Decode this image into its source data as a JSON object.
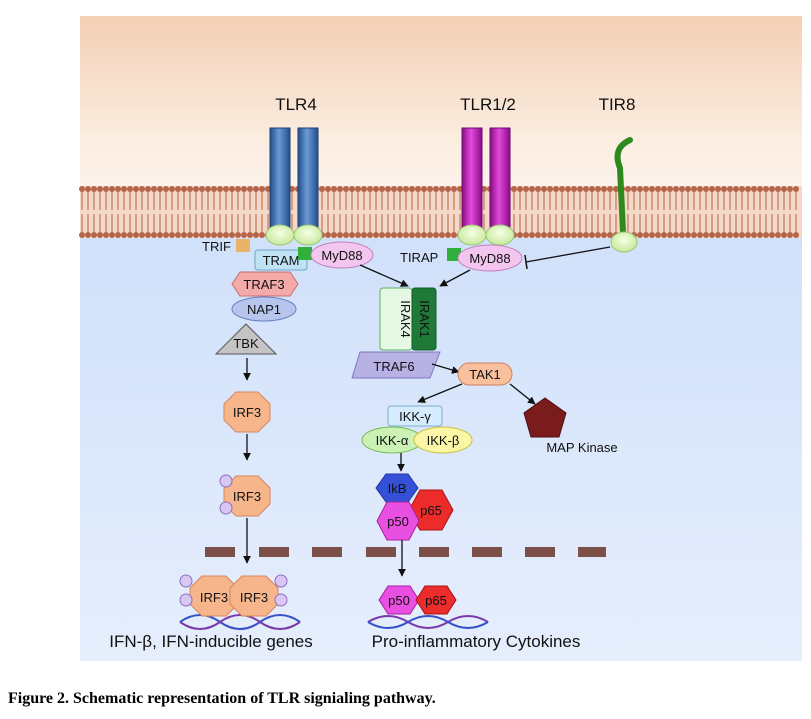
{
  "receptors": {
    "tlr4": "TLR4",
    "tlr12": "TLR1/2",
    "tir8": "TIR8"
  },
  "adaptors": {
    "trif": "TRIF",
    "tram": "TRAM",
    "myd88_left": "MyD88",
    "tirap": "TIRAP",
    "myd88_right": "MyD88"
  },
  "left_branch": {
    "traf3": "TRAF3",
    "nap1": "NAP1",
    "tbk": "TBK",
    "irf3_a": "IRF3",
    "irf3_b": "IRF3",
    "irf3_c": "IRF3",
    "irf3_d": "IRF3",
    "output": "IFN-β, IFN-inducible genes"
  },
  "center_branch": {
    "irak4": "IRAK4",
    "irak1": "IRAK1",
    "traf6": "TRAF6",
    "tak1": "TAK1",
    "map_kinase": "MAP Kinase",
    "ikk_gamma": "IKK-γ",
    "ikk_alpha": "IKK-α",
    "ikk_beta": "IKK-β",
    "ikb": "IkB",
    "p50": "p50",
    "p65": "p65",
    "p50_nuc": "p50",
    "p65_nuc": "p65",
    "output": "Pro-inflammatory Cytokines"
  },
  "caption": "Figure 2. Schematic representation of TLR signialing pathway.",
  "colors": {
    "extracellular": "#fbe6d6",
    "cytoplasm": "#dce8fb",
    "membrane": "#b5654a",
    "tlr4": "#3b6fb0",
    "tlr12": "#b014a8",
    "tir8": "#2e8a1c",
    "tir_domain": "#dff5bf",
    "irf3": "#f6b58a",
    "p65": "#ec2b2b",
    "p50": "#e94fe0",
    "ikb": "#3450d6",
    "map_kinase": "#7a1c1c",
    "nuclear_dash": "#7a5048"
  }
}
